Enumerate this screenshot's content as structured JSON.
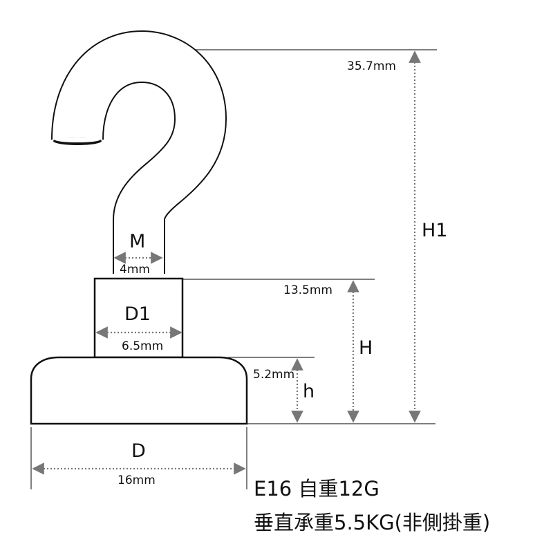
{
  "labels": {
    "M": "M",
    "D1": "D1",
    "D": "D",
    "H1": "H1",
    "H": "H",
    "h": "h"
  },
  "dimensions": {
    "M": "4mm",
    "D1": "6.5mm",
    "D": "16mm",
    "H1": "35.7mm",
    "H": "13.5mm",
    "h": "5.2mm"
  },
  "caption": {
    "line1": "E16 自重12G",
    "line2": "垂直承重5.5KG(非側掛重)"
  }
}
